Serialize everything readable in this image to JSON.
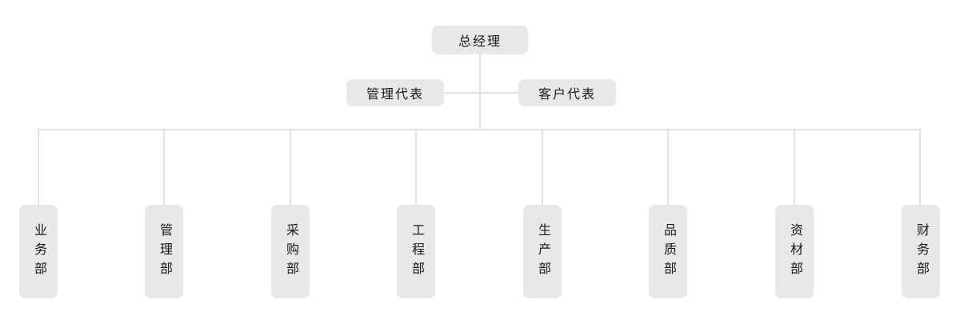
{
  "org": {
    "root": {
      "label": "总经理"
    },
    "level2": [
      {
        "label": "管理代表"
      },
      {
        "label": "客户代表"
      }
    ],
    "departments": [
      {
        "label": "业务部"
      },
      {
        "label": "管理部"
      },
      {
        "label": "采购部"
      },
      {
        "label": "工程部"
      },
      {
        "label": "生产部"
      },
      {
        "label": "品质部"
      },
      {
        "label": "资材部"
      },
      {
        "label": "财务部"
      }
    ]
  },
  "colors": {
    "background": "#ffffff",
    "node_fill": "#e8e8e8",
    "line": "#e2e2e2",
    "text": "#1a1a1a"
  }
}
